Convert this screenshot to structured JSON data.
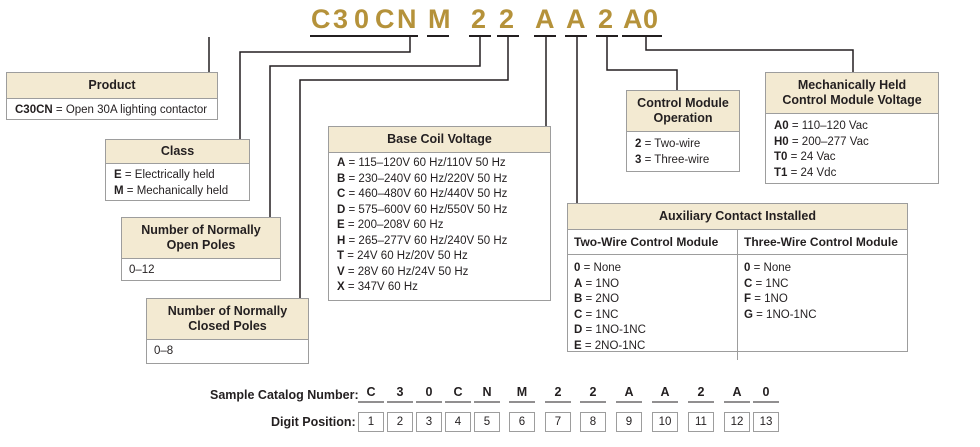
{
  "code_letters": [
    "C",
    "3",
    "0",
    "C",
    "N",
    "M",
    "2",
    "2",
    "A",
    "A",
    "2",
    "A",
    "0"
  ],
  "product": {
    "title": "Product",
    "code": "C30CN",
    "desc": " = Open 30A lighting contactor"
  },
  "class": {
    "title": "Class",
    "items": [
      {
        "k": "E",
        "v": " = Electrically held"
      },
      {
        "k": "M",
        "v": " = Mechanically held"
      }
    ]
  },
  "normally_open": {
    "title_1": "Number of Normally",
    "title_2": "Open Poles",
    "value": "0–12"
  },
  "normally_closed": {
    "title_1": "Number of Normally",
    "title_2": "Closed Poles",
    "value": "0–8"
  },
  "base_coil": {
    "title": "Base Coil Voltage",
    "items": [
      {
        "k": "A",
        "v": " = 115–120V 60 Hz/110V 50 Hz"
      },
      {
        "k": "B",
        "v": " = 230–240V 60 Hz/220V 50 Hz"
      },
      {
        "k": "C",
        "v": " = 460–480V 60 Hz/440V 50 Hz"
      },
      {
        "k": "D",
        "v": " = 575–600V 60 Hz/550V 50 Hz"
      },
      {
        "k": "E",
        "v": " = 200–208V 60 Hz"
      },
      {
        "k": "H",
        "v": " = 265–277V 60 Hz/240V 50 Hz"
      },
      {
        "k": "T",
        "v": " = 24V 60 Hz/20V 50 Hz"
      },
      {
        "k": "V",
        "v": " = 28V 60 Hz/24V 50 Hz"
      },
      {
        "k": "X",
        "v": " = 347V 60 Hz"
      }
    ]
  },
  "control_module": {
    "title_1": "Control Module",
    "title_2": "Operation",
    "items": [
      {
        "k": "2",
        "v": " = Two-wire"
      },
      {
        "k": "3",
        "v": " = Three-wire"
      }
    ]
  },
  "mech_held": {
    "title_1": "Mechanically Held",
    "title_2": "Control Module Voltage",
    "items": [
      {
        "k": "A0",
        "v": " = 110–120 Vac"
      },
      {
        "k": "H0",
        "v": " = 200–277 Vac"
      },
      {
        "k": "T0",
        "v": " = 24 Vac"
      },
      {
        "k": "T1",
        "v": " = 24 Vdc"
      }
    ]
  },
  "aux": {
    "title": "Auxiliary Contact Installed",
    "two_wire_title": "Two-Wire Control Module",
    "three_wire_title": "Three-Wire Control Module",
    "two_wire": [
      {
        "k": "0",
        "v": " = None"
      },
      {
        "k": "A",
        "v": " = 1NO"
      },
      {
        "k": "B",
        "v": " = 2NO"
      },
      {
        "k": "C",
        "v": " = 1NC"
      },
      {
        "k": "D",
        "v": " = 1NO-1NC"
      },
      {
        "k": "E",
        "v": " = 2NO-1NC"
      }
    ],
    "three_wire": [
      {
        "k": "0",
        "v": " = None"
      },
      {
        "k": "C",
        "v": " = 1NC"
      },
      {
        "k": "F",
        "v": " = 1NO"
      },
      {
        "k": "G",
        "v": " = 1NO-1NC"
      }
    ]
  },
  "sample_label": "Sample Catalog Number:",
  "digit_label": "Digit Position:",
  "sample_chars": [
    "C",
    "3",
    "0",
    "C",
    "N",
    "M",
    "2",
    "2",
    "A",
    "A",
    "2",
    "A",
    "0"
  ],
  "digit_positions": [
    "1",
    "2",
    "3",
    "4",
    "5",
    "6",
    "7",
    "8",
    "9",
    "10",
    "11",
    "12",
    "13"
  ]
}
